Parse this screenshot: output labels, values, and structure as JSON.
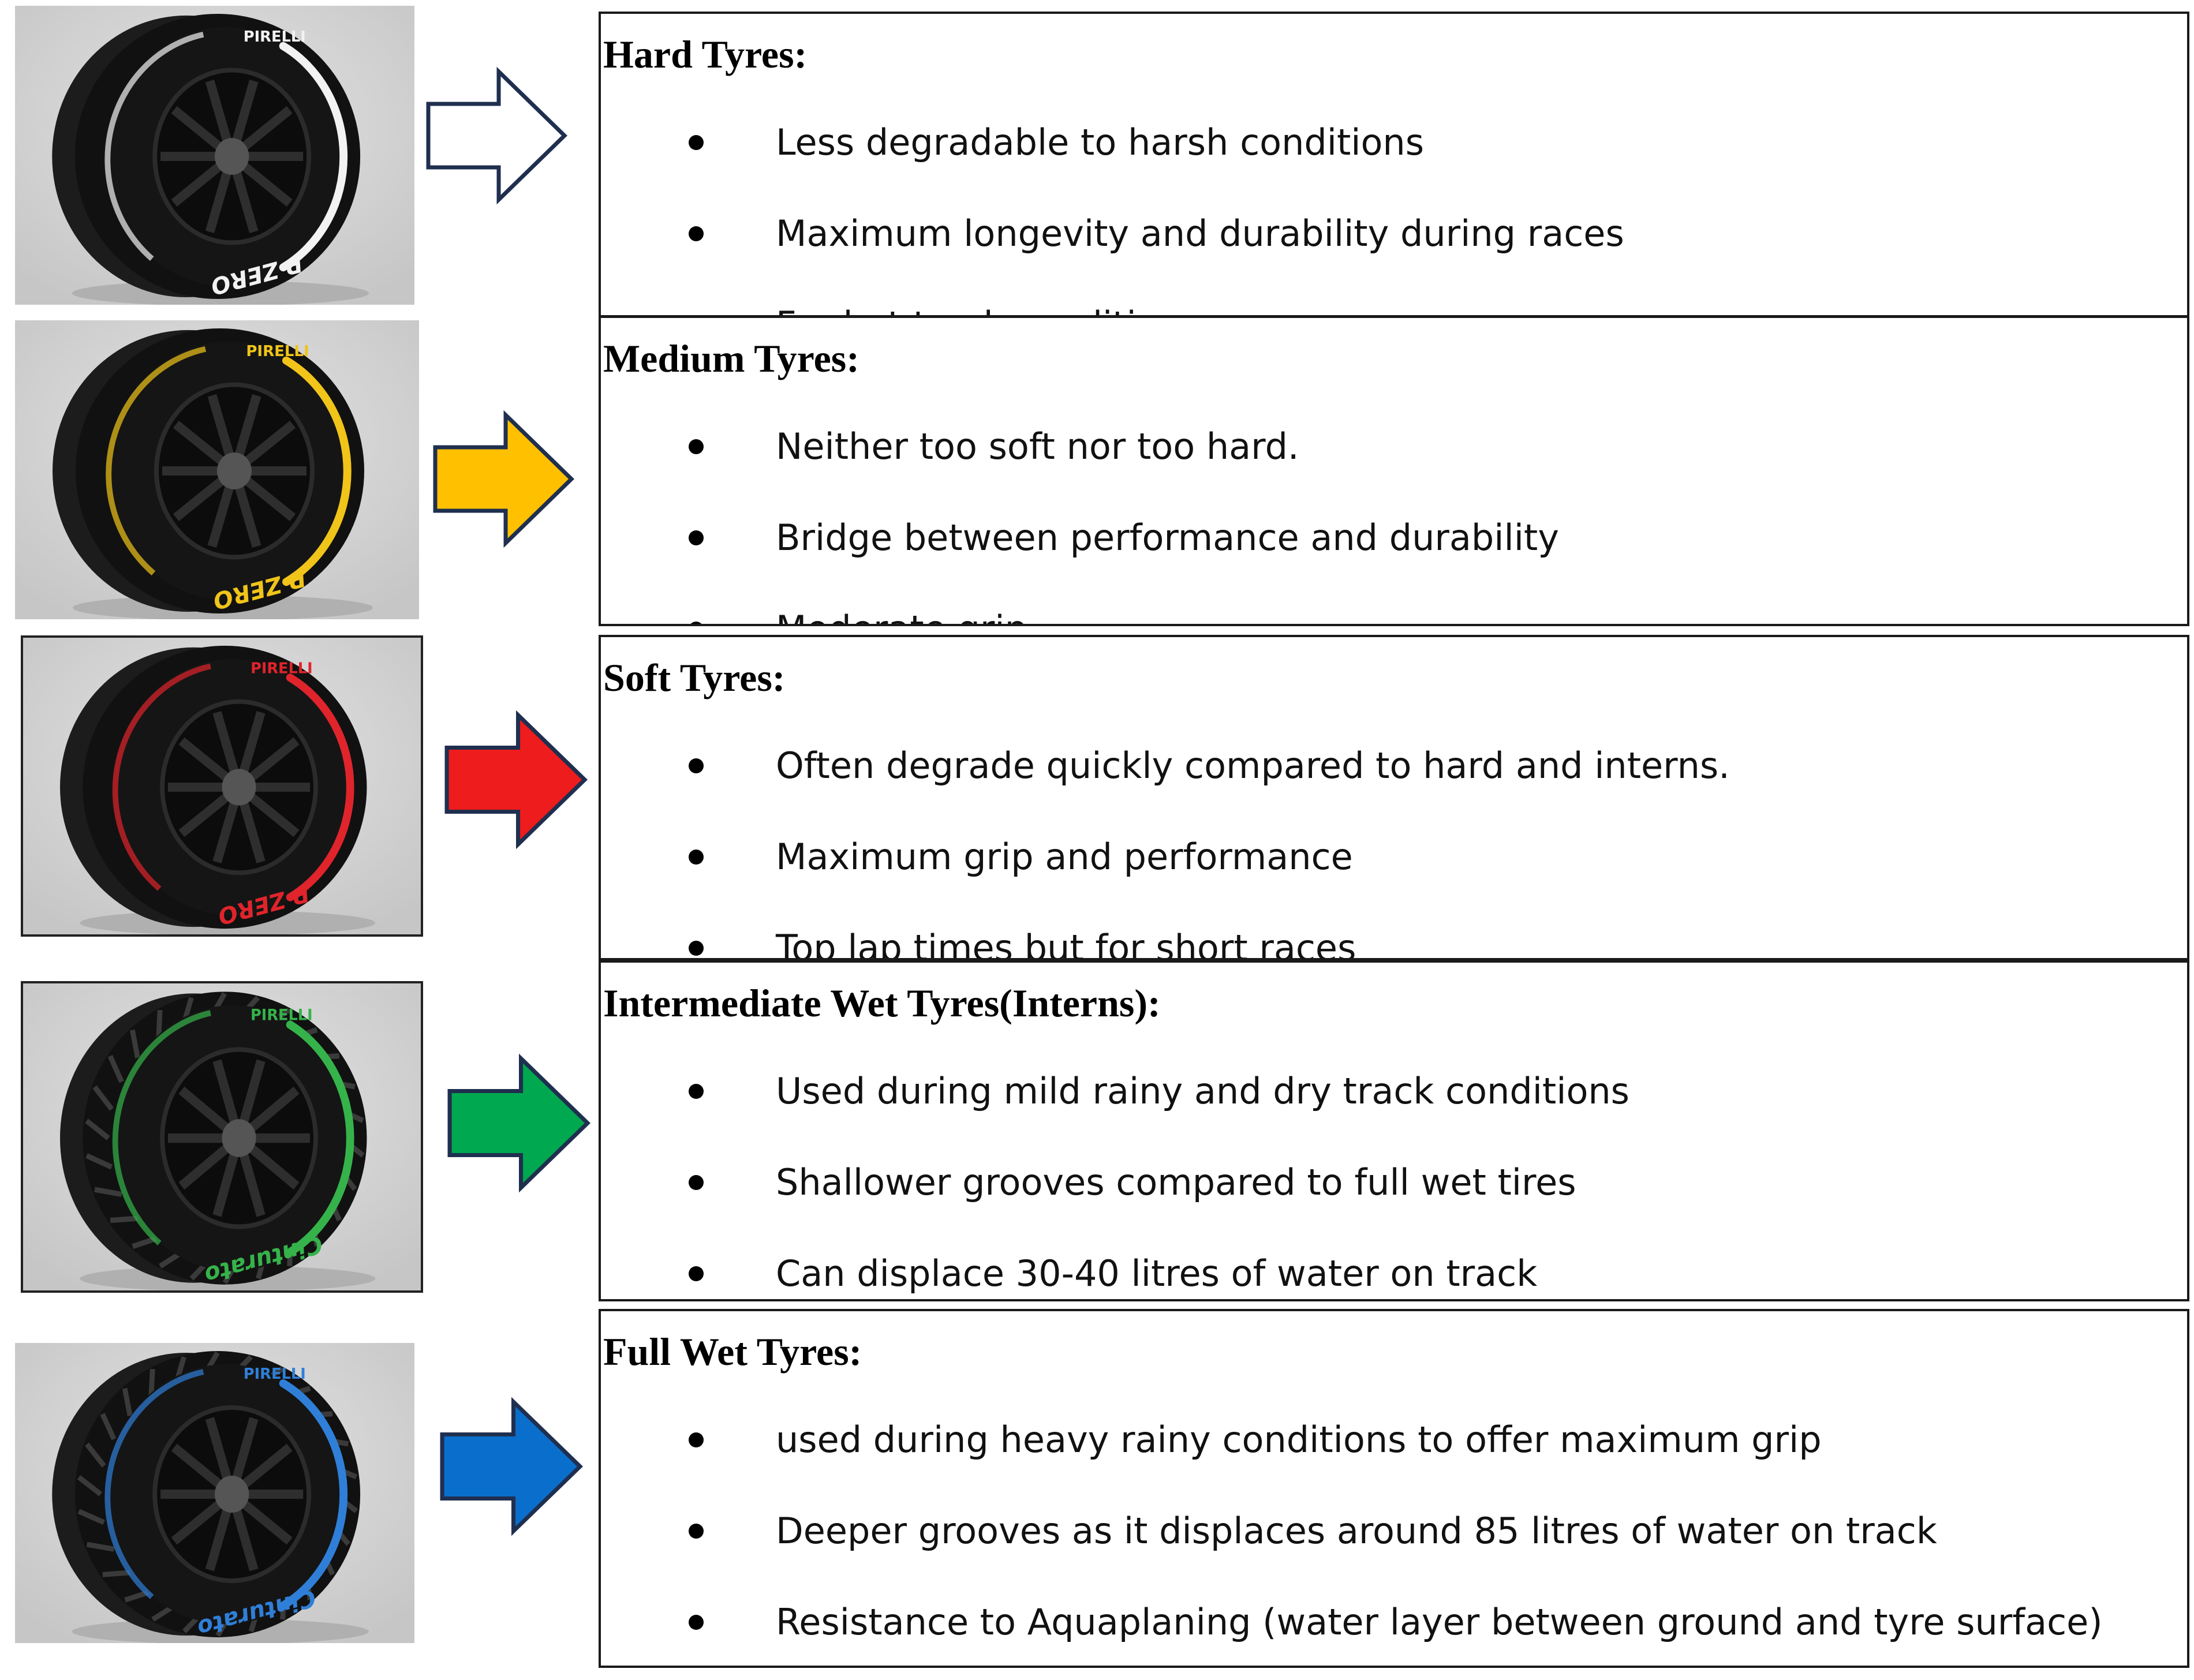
{
  "tyres": [
    {
      "id": "hard",
      "title": "Hard Tyres:",
      "color": "#ffffff",
      "arrow_stroke": "#1f2f4f",
      "stripe_color": "#f2f2f2",
      "brand_text": "PIRELLI",
      "sidewall_text": "P ZERO",
      "tread": "slick",
      "bullets": [
        "Less degradable to harsh conditions",
        "Maximum longevity and durability during races",
        "For hot track conditions"
      ]
    },
    {
      "id": "medium",
      "title": "Medium Tyres:",
      "color": "#ffc000",
      "arrow_stroke": "#1f2f4f",
      "stripe_color": "#f0c419",
      "brand_text": "PIRELLI",
      "sidewall_text": "P ZERO",
      "tread": "slick",
      "bullets": [
        "Neither too soft nor too hard.",
        "Bridge between performance and durability",
        "Moderate grip"
      ]
    },
    {
      "id": "soft",
      "title": "Soft Tyres:",
      "color": "#ee1c1c",
      "arrow_stroke": "#1f2f4f",
      "stripe_color": "#e0242b",
      "brand_text": "PIRELLI",
      "sidewall_text": "P ZERO",
      "tread": "slick",
      "bullets": [
        "Often degrade quickly compared to hard and interns.",
        "Maximum grip and performance",
        "Top lap times but for short races"
      ]
    },
    {
      "id": "intermediate",
      "title": "Intermediate Wet Tyres(Interns):",
      "color": "#00a84f",
      "arrow_stroke": "#1f2f4f",
      "stripe_color": "#35b34a",
      "brand_text": "PIRELLI",
      "sidewall_text": "Cinturato",
      "tread": "grooved",
      "bullets": [
        "Used during mild rainy and dry track conditions",
        "Shallower grooves compared to full wet tires",
        "Can displace 30-40 litres of water on track"
      ]
    },
    {
      "id": "full-wet",
      "title": "Full Wet Tyres:",
      "color": "#0a6fcc",
      "arrow_stroke": "#1f2f4f",
      "stripe_color": "#2f7fd8",
      "brand_text": "PIRELLI",
      "sidewall_text": "Cinturato",
      "tread": "grooved",
      "bullets": [
        "used during heavy rainy conditions to offer maximum grip",
        "Deeper grooves as it displaces around 85 litres of water on track",
        "Resistance to Aquaplaning (water layer between ground and tyre surface)"
      ]
    }
  ]
}
